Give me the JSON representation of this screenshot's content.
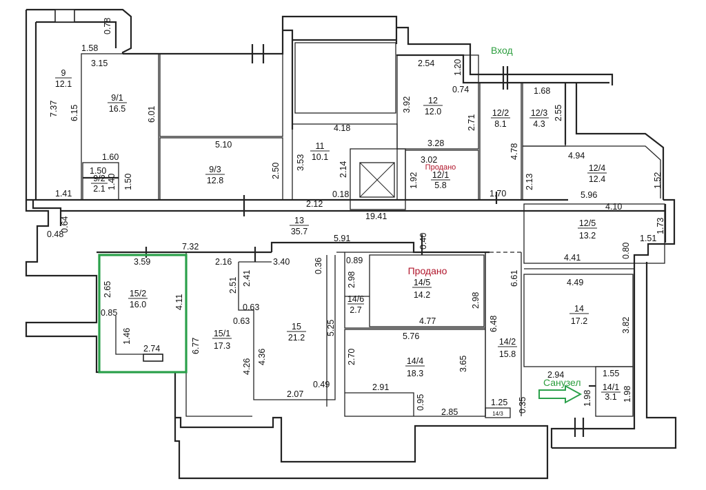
{
  "entrance_label": "Вход",
  "bathroom_label": "Санузел",
  "sold_label": "Продано",
  "highlight_color": "#2aa04a",
  "sold_color": "#b0142a",
  "rooms": [
    {
      "id": "9",
      "area": "12.1"
    },
    {
      "id": "9/1",
      "area": "16.5"
    },
    {
      "id": "9/2",
      "area": "2.1"
    },
    {
      "id": "9/3",
      "area": "12.8"
    },
    {
      "id": "11",
      "area": "10.1"
    },
    {
      "id": "12",
      "area": "12.0"
    },
    {
      "id": "12/1",
      "area": "5.8"
    },
    {
      "id": "12/2",
      "area": "8.1"
    },
    {
      "id": "12/3",
      "area": "4.3"
    },
    {
      "id": "12/4",
      "area": "12.4"
    },
    {
      "id": "12/5",
      "area": "13.2"
    },
    {
      "id": "13",
      "area": "35.7"
    },
    {
      "id": "14",
      "area": "17.2"
    },
    {
      "id": "14/1",
      "area": "3.1"
    },
    {
      "id": "14/2",
      "area": "15.8"
    },
    {
      "id": "14/3",
      "area": ""
    },
    {
      "id": "14/4",
      "area": "18.3"
    },
    {
      "id": "14/5",
      "area": "14.2"
    },
    {
      "id": "14/6",
      "area": "2.7"
    },
    {
      "id": "15",
      "area": "21.2"
    },
    {
      "id": "15/1",
      "area": "17.3"
    },
    {
      "id": "15/2",
      "area": "16.0"
    }
  ],
  "dimensions": {
    "d_158": "1.58",
    "d_078": "0.78",
    "d_315": "3.15",
    "d_737": "7.37",
    "d_615": "6.15",
    "d_601": "6.01",
    "d_160": "1.60",
    "d_150a": "1.50",
    "d_140": "1.40",
    "d_150b": "1.50",
    "d_141": "1.41",
    "d_510": "5.10",
    "d_250": "2.50",
    "d_418": "4.18",
    "d_353": "3.53",
    "d_214": "2.14",
    "d_018": "0.18",
    "d_212": "2.12",
    "d_254": "2.54",
    "d_120": "1.20",
    "d_074": "0.74",
    "d_392": "3.92",
    "d_271": "2.71",
    "d_328": "3.28",
    "d_302": "3.02",
    "d_192": "1.92",
    "d_168": "1.68",
    "d_255": "2.55",
    "d_478": "4.78",
    "d_213": "2.13",
    "d_170": "1.70",
    "d_494": "4.94",
    "d_152": "1.52",
    "d_596": "5.96",
    "d_410": "4.10",
    "d_173": "1.73",
    "d_151": "1.51",
    "d_080": "0.80",
    "d_441": "4.41",
    "d_1941": "19.41",
    "d_064": "0.64",
    "d_048": "0.48",
    "d_732": "7.32",
    "d_591": "5.91",
    "d_040": "0.40",
    "d_359": "3.59",
    "d_216": "2.16",
    "d_340": "3.40",
    "d_036": "0.36",
    "d_265": "2.65",
    "d_411": "4.11",
    "d_085": "0.85",
    "d_146": "1.46",
    "d_274": "2.74",
    "d_251": "2.51",
    "d_241": "2.41",
    "d_063a": "0.63",
    "d_063b": "0.63",
    "d_677": "6.77",
    "d_426": "4.26",
    "d_436": "4.36",
    "d_525": "5.25",
    "d_049": "0.49",
    "d_207": "2.07",
    "d_089": "0.89",
    "d_298a": "2.98",
    "d_298b": "2.98",
    "d_477": "4.77",
    "d_576": "5.76",
    "d_270": "2.70",
    "d_365": "3.65",
    "d_291": "2.91",
    "d_095": "0.95",
    "d_285": "2.85",
    "d_661": "6.61",
    "d_648": "6.48",
    "d_449": "4.49",
    "d_382": "3.82",
    "d_294": "2.94",
    "d_155": "1.55",
    "d_198a": "1.98",
    "d_198b": "1.98",
    "d_125": "1.25",
    "d_035": "0.35"
  }
}
